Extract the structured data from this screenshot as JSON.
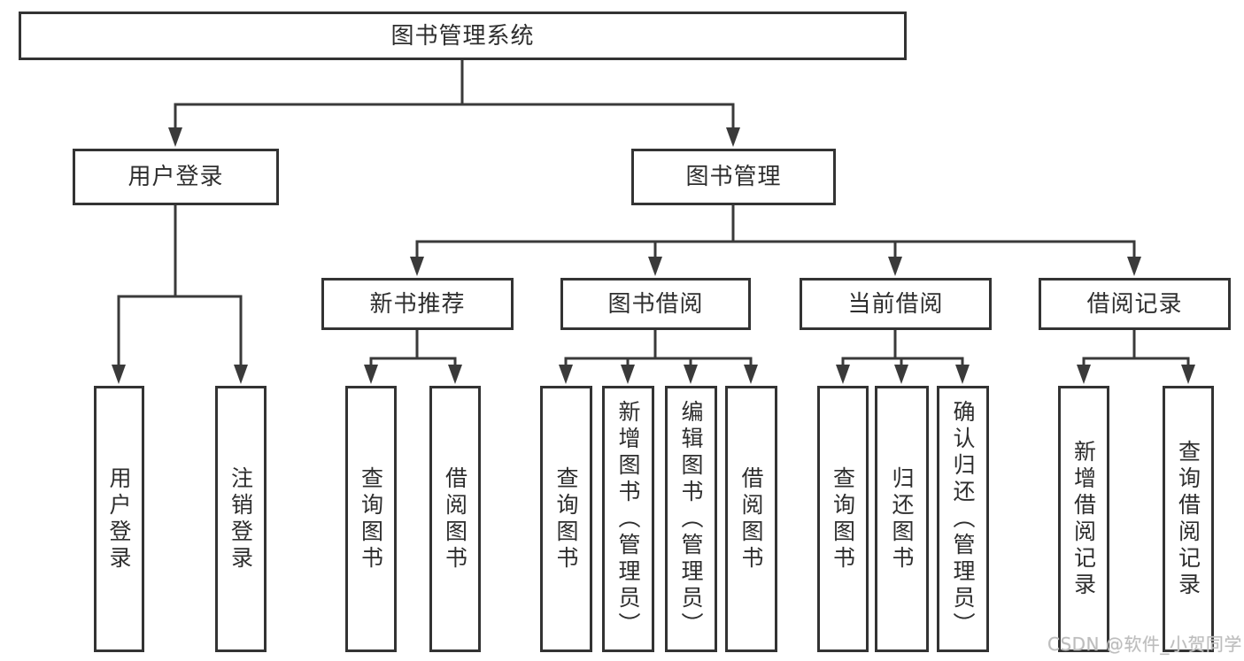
{
  "diagram": {
    "nodes": {
      "root": "图书管理系统",
      "user_login": "用户登录",
      "book_mgmt": "图书管理",
      "login": "用户登录",
      "logout": "注销登录",
      "new_book_rec": "新书推荐",
      "book_borrow": "图书借阅",
      "current_borrow": "当前借阅",
      "borrow_records": "借阅记录",
      "query_books_rec": "查询图书",
      "borrow_books_rec": "借阅图书",
      "query_books_borrow": "查询图书",
      "add_book_admin": "新增图书（管理员）",
      "edit_book_admin": "编辑图书（管理员）",
      "borrow_books": "借阅图书",
      "query_books_current": "查询图书",
      "return_book": "归还图书",
      "confirm_return_admin": "确认归还（管理员）",
      "add_borrow_record": "新增借阅记录",
      "query_borrow_record": "查询借阅记录"
    },
    "hierarchy": {
      "图书管理系统": {
        "用户登录": [
          "用户登录",
          "注销登录"
        ],
        "图书管理": {
          "新书推荐": [
            "查询图书",
            "借阅图书"
          ],
          "图书借阅": [
            "查询图书",
            "新增图书（管理员）",
            "编辑图书（管理员）",
            "借阅图书"
          ],
          "当前借阅": [
            "查询图书",
            "归还图书",
            "确认归还（管理员）"
          ],
          "借阅记录": [
            "新增借阅记录",
            "查询借阅记录"
          ]
        }
      }
    },
    "colors": {
      "line": "#3a3a3a",
      "box_border": "#333333",
      "text": "#2e2e2e",
      "background": "#ffffff",
      "watermark": "#bdbdbd"
    }
  },
  "watermark": {
    "text": "CSDN @软件_小贺同学"
  }
}
